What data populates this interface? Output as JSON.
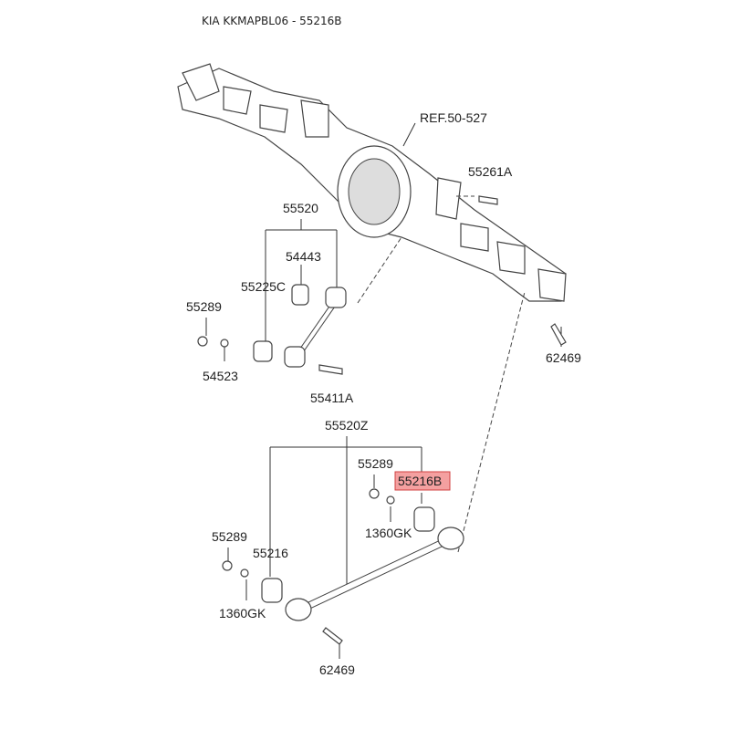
{
  "title": "KIA KKMAPBL06 - 55216B",
  "highlight_color": "#f08080",
  "labels": {
    "ref": "REF.50-527",
    "p55261A": "55261A",
    "p55520": "55520",
    "p54443": "54443",
    "p55225C": "55225C",
    "p55289_a": "55289",
    "p62469_a": "62469",
    "p54523": "54523",
    "p55411A": "55411A",
    "p55520Z": "55520Z",
    "p55289_b": "55289",
    "p55216B": "55216B",
    "p1360GK_a": "1360GK",
    "p55289_c": "55289",
    "p55216": "55216",
    "p1360GK_b": "1360GK",
    "p62469_b": "62469"
  }
}
